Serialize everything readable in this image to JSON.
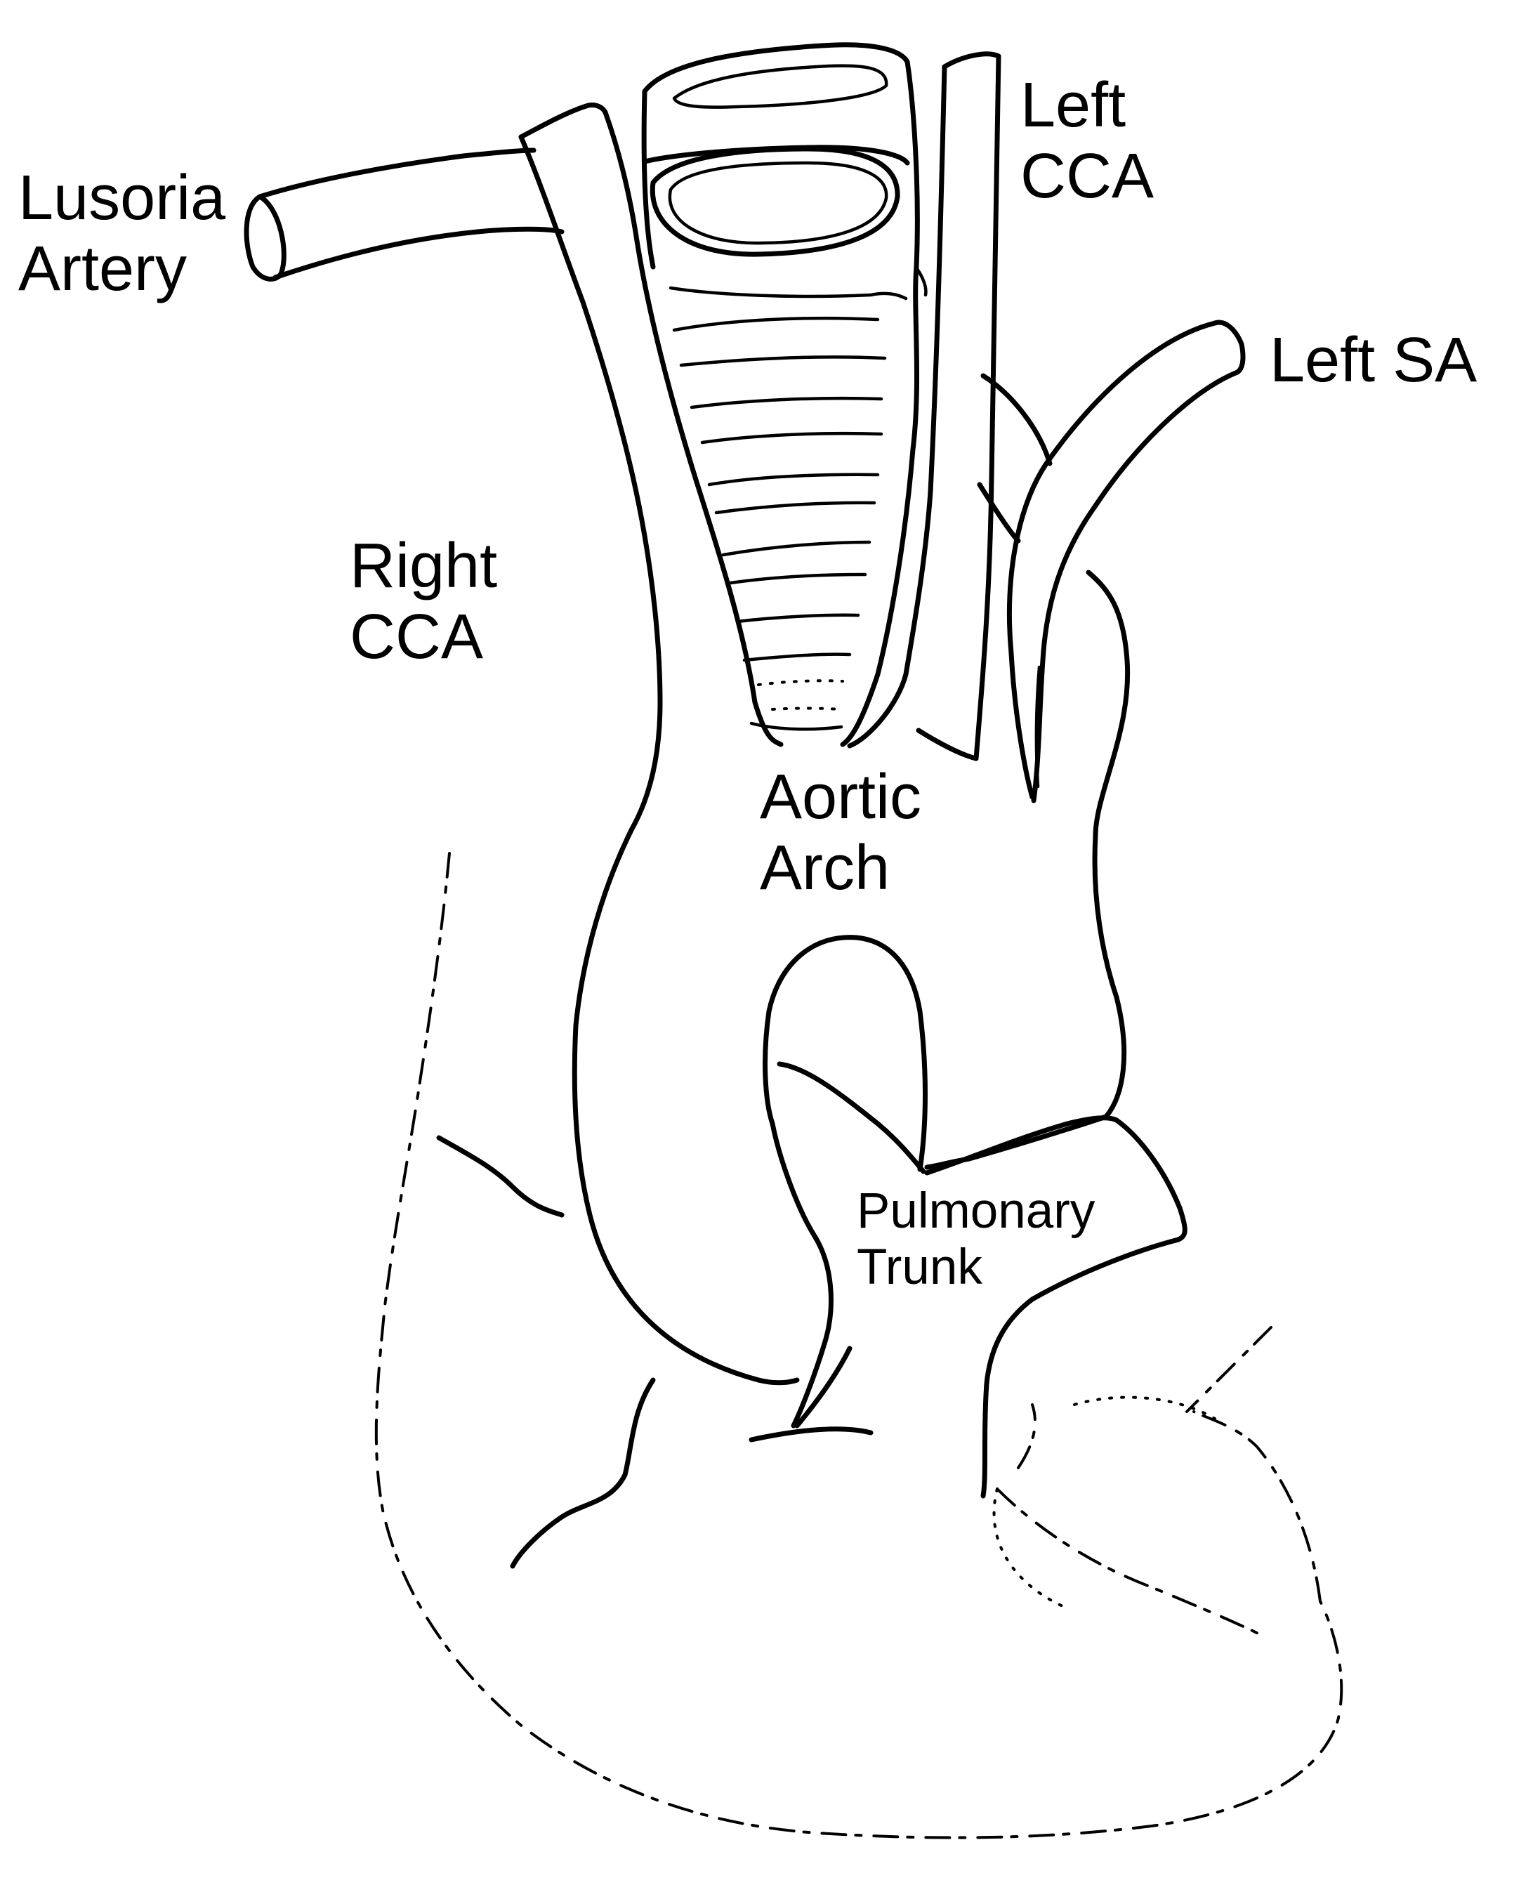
{
  "diagram": {
    "labels": {
      "lusoria": [
        "Lusoria",
        "Artery"
      ],
      "left_cca": [
        "Left",
        "CCA"
      ],
      "left_sa": "Left SA",
      "right_cca": [
        "Right",
        "CCA"
      ],
      "aortic_arch": [
        "Aortic",
        "Arch"
      ],
      "pulmonary_trunk": [
        "Pulmonary",
        "Trunk"
      ]
    }
  }
}
